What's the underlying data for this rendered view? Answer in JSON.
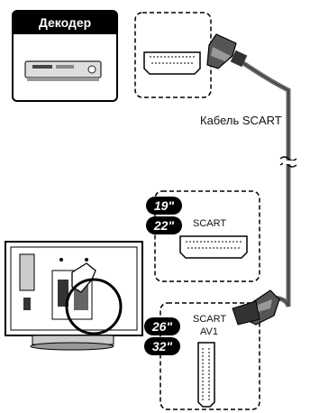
{
  "decoder": {
    "title": "Декодер",
    "icon": "dvd-player-icon"
  },
  "cable": {
    "label": "Кабель SCART"
  },
  "sizes_top": [
    "19\"",
    "22\""
  ],
  "sizes_bottom": [
    "26\"",
    "32\""
  ],
  "connector_top_label": "SCART",
  "connector_bottom_label": [
    "SCART",
    "AV1"
  ],
  "icons": [
    "scart-connector-icon",
    "scart-plug-icon",
    "tv-back-icon",
    "hand-icon"
  ],
  "colors": {
    "line": "#000000",
    "cable": "#666666",
    "background": "#ffffff"
  }
}
